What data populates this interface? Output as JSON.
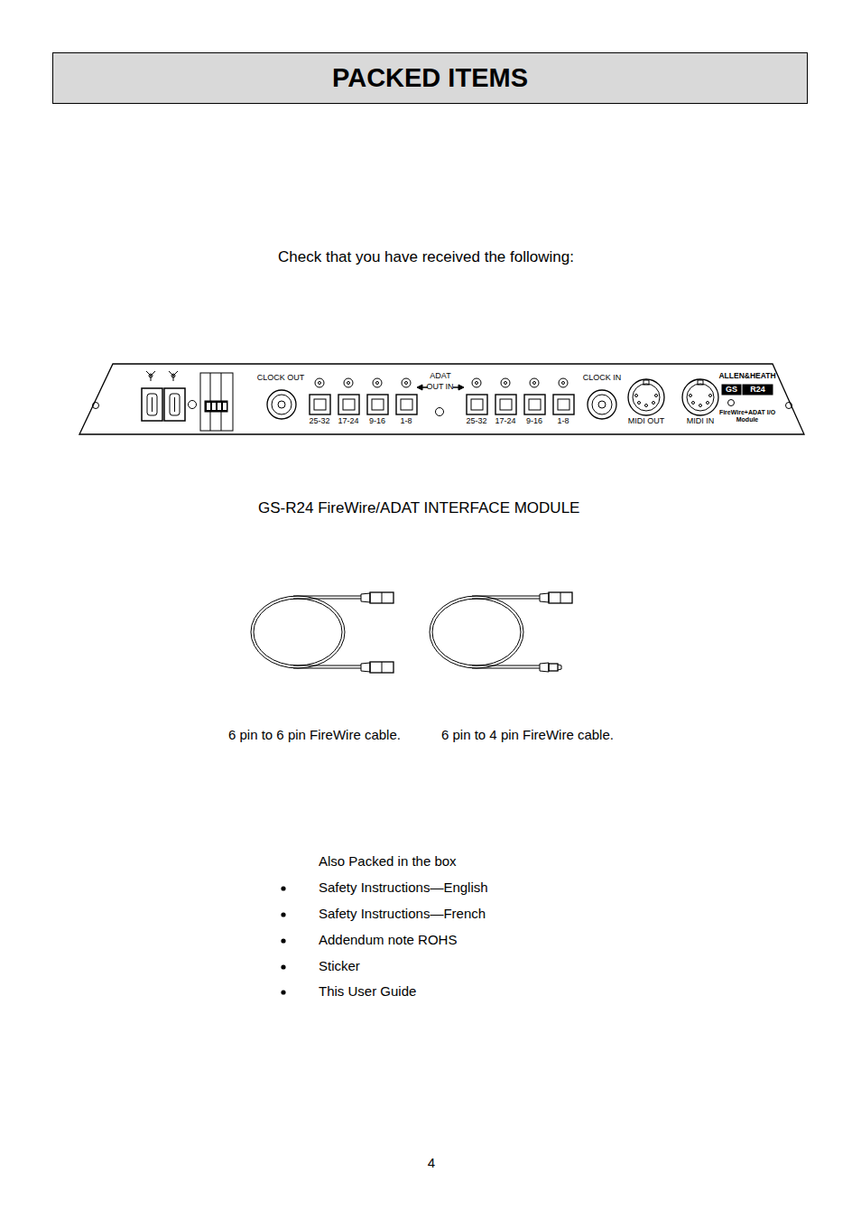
{
  "diagram": {
    "title": "PACKED ITEMS",
    "labels": [
      "Check that you have received the following:",
      "CLOCK OUT",
      "ADAT",
      "OUT",
      "IN",
      "25-32",
      "17-24",
      "9-16",
      "1-8",
      "25-32",
      "17-24",
      "9-16",
      "1-8",
      "CLOCK IN",
      "MIDI OUT",
      "MIDI IN",
      "ALLEN&HEATH",
      "GS",
      "R24",
      "FireWire+ADAT I/O Module",
      "GS-R24 FireWire/ADAT INTERFACE MODULE",
      "6 pin to 6 pin FireWire cable.",
      "6 pin to 4 pin FireWire cable.",
      "Also Packed in the box",
      "Safety Instructions—English",
      "Safety Instructions—French",
      "Addendum note ROHS",
      "Sticker",
      "This User Guide",
      "4"
    ]
  }
}
